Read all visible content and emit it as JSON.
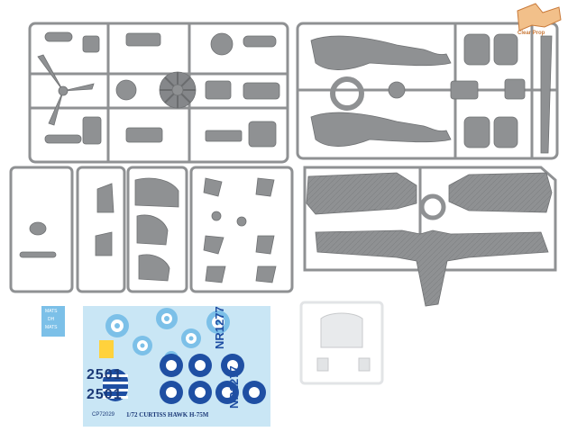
{
  "photo": {
    "background": "#ffffff",
    "sprue_color": "#8f9193",
    "clear_sprue_color": "#e2e4e6"
  },
  "logo": {
    "brand": "Clear Prop"
  },
  "decal_sheet": {
    "code": "CP72029",
    "title": "1/72 CURTISS HAWK H-75M",
    "registrations": [
      "NR1277",
      "NR1277"
    ],
    "numbers": [
      "2501",
      "2501"
    ],
    "small_card": [
      "MATS",
      "DH",
      "MATS"
    ],
    "paper_color": "#c9e6f5",
    "roundel_blue": "#1f4fa3",
    "roundel_light": "#7cc0e8",
    "text_color": "#1c3a78"
  }
}
